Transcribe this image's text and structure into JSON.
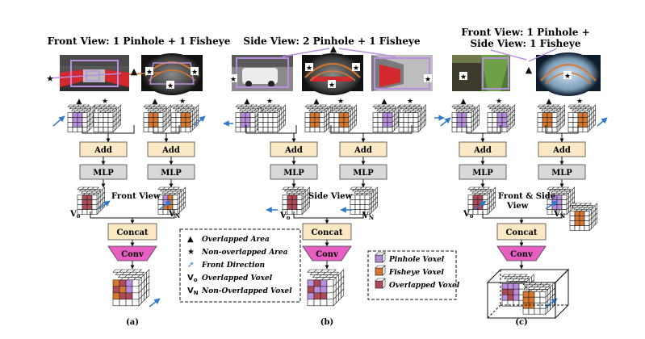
{
  "titles": {
    "a": "Front View: 1 Pinhole + 1 Fisheye",
    "b": "Side View: 2 Pinhole + 1 Fisheye",
    "c_line1": "Front View: 1 Pinhole +",
    "c_line2": "Side View: 1 Fisheye"
  },
  "blocks": {
    "add": "Add",
    "mlp": "MLP",
    "concat": "Concat",
    "conv": "Conv"
  },
  "view_labels": {
    "a": "Front View",
    "b": "Side View",
    "c_line1": "Front & Side",
    "c_line2": "View"
  },
  "voxel_labels": {
    "vo": "V",
    "vo_sub": "o",
    "vn": "V",
    "vn_sub": "N"
  },
  "captions": {
    "a": "(a)",
    "b": "(b)",
    "c": "(c)"
  },
  "legend_symbols": {
    "items": [
      {
        "symbol": "▲",
        "text": "Overlapped Area"
      },
      {
        "symbol": "★",
        "text": "Non-overlapped Area"
      },
      {
        "symbol": "➚",
        "text": "Front Direction"
      },
      {
        "symbol": "Vo",
        "text": "Overlapped Voxel"
      },
      {
        "symbol": "VN",
        "text": "Non-Overlapped Voxel"
      }
    ]
  },
  "legend_voxels": {
    "items": [
      {
        "text": "Pinhole Voxel",
        "color": "#b48ad6"
      },
      {
        "text": "Fisheye Voxel",
        "color": "#d9772f"
      },
      {
        "text": "Overlapped Voxel",
        "color": "#b04a56"
      }
    ]
  },
  "colors": {
    "add_fill": "#fbe8c4",
    "mlp_fill": "#d9d9d9",
    "concat_fill": "#fbe8c4",
    "conv_fill": "#e85fc4",
    "arrow_blue": "#2f79c8",
    "frame_purple": "#b98ee0"
  }
}
